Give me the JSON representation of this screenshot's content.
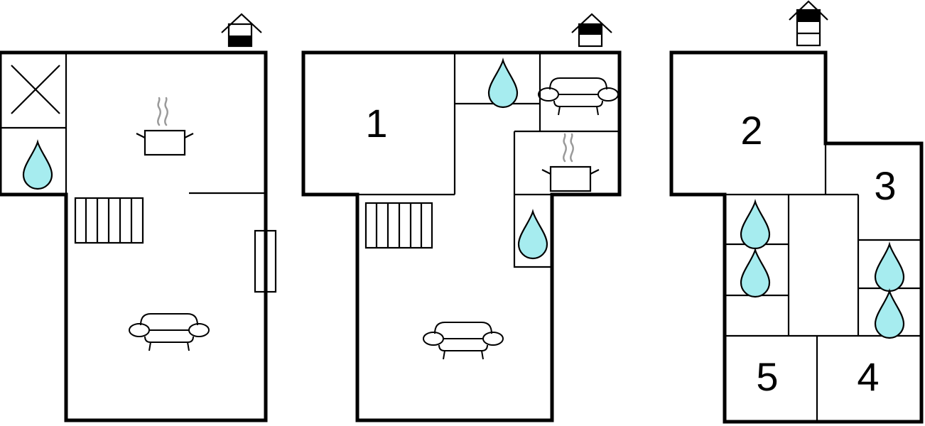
{
  "floors": [
    {
      "level": "ground",
      "icons": [
        "floor-indicator-icon",
        "bathroom-icon",
        "kitchen-icon",
        "stairs-icon",
        "sofa-icon",
        "door-icon"
      ],
      "rooms": []
    },
    {
      "level": "first",
      "icons": [
        "floor-indicator-icon",
        "bathroom-icon",
        "sofa-icon",
        "kitchen-icon",
        "stairs-icon"
      ],
      "rooms": [
        "1"
      ]
    },
    {
      "level": "second",
      "icons": [
        "floor-indicator-icon",
        "bathroom-icon"
      ],
      "rooms": [
        "2",
        "3",
        "5",
        "4"
      ]
    }
  ],
  "colors": {
    "wall": "#000000",
    "water_drop": "#a6ecef",
    "steam": "#9a9a9a",
    "background": "#ffffff"
  }
}
